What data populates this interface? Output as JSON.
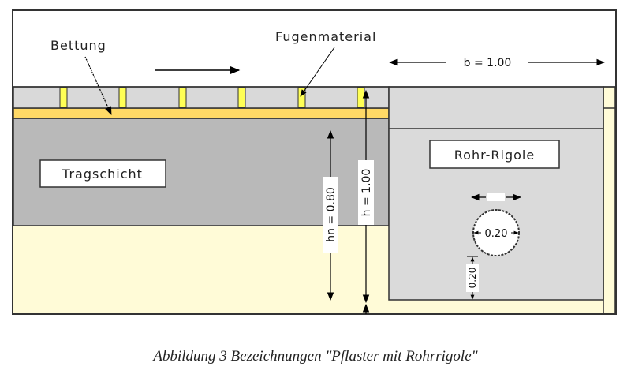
{
  "labels": {
    "bettung": "Bettung",
    "fugenmaterial": "Fugenmaterial",
    "tragschicht": "Tragschicht",
    "rohr_rigole": "Rohr-Rigole"
  },
  "dimensions": {
    "width_label": "b = 1.00",
    "hn_label": "hn = 0.80",
    "h_label": "h = 1.00",
    "pipe_diameter": "0.20",
    "pipe_cover": "0.20",
    "pipe_top_dim": "..."
  },
  "caption": "Abbildung 3  Bezeichnungen \"Pflaster mit Rohrrigole\"",
  "colors": {
    "paving": "#d9d9d9",
    "joint": "#ffff55",
    "bedding": "#ffd966",
    "base_layer": "#b9b9b9",
    "subsoil": "#fffbd7",
    "rigole": "#dadada",
    "outline": "#333333"
  }
}
